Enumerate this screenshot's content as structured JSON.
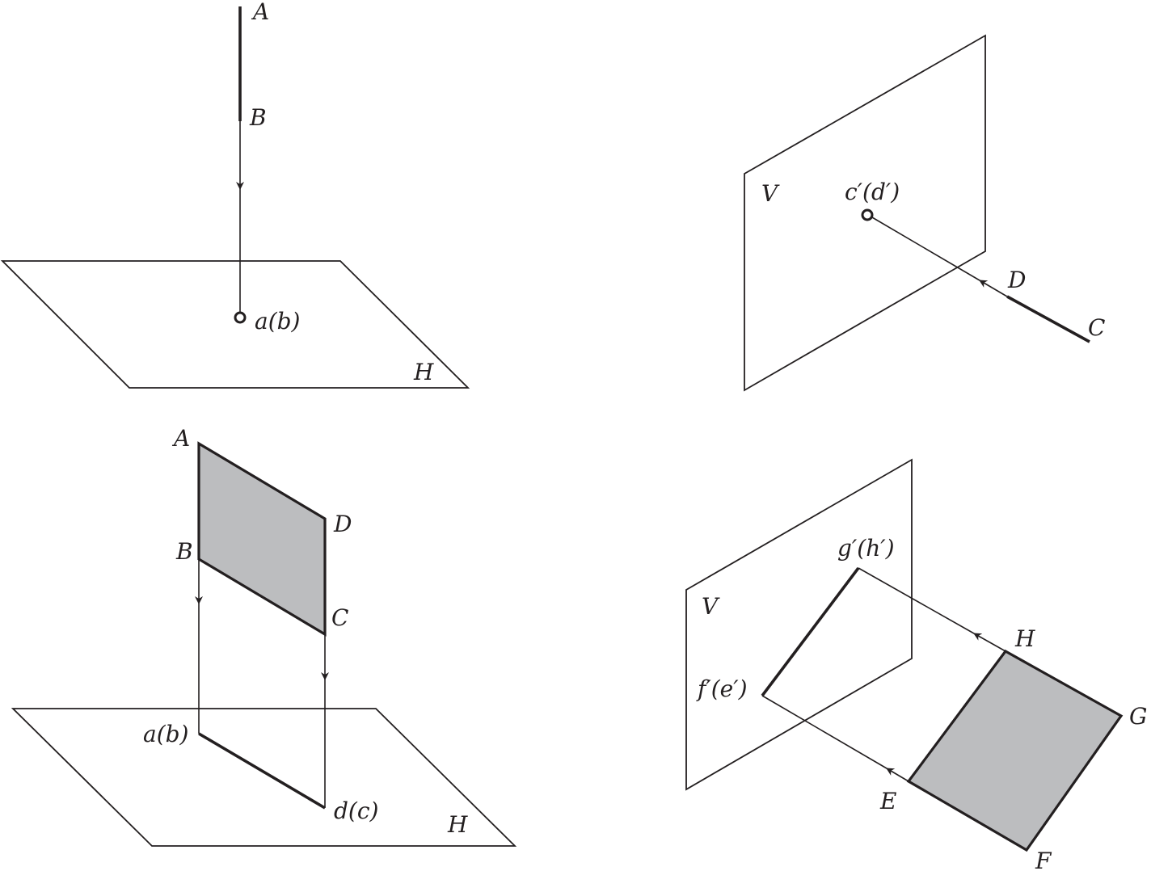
{
  "colors": {
    "line": "#231f20",
    "shade": "#bcbdbf",
    "background": "#ffffff"
  },
  "panel_tl": {
    "A": "A",
    "B": "B",
    "ab": "a(b)",
    "H": "H"
  },
  "panel_tr": {
    "V": "V",
    "cd": "c′(d′)",
    "D": "D",
    "C": "C"
  },
  "panel_bl": {
    "A": "A",
    "B": "B",
    "C": "C",
    "D": "D",
    "ab": "a(b)",
    "dc": "d(c)",
    "H": "H"
  },
  "panel_br": {
    "V": "V",
    "gh": "g′(h′)",
    "fe": "f′(e′)",
    "H": "H",
    "G": "G",
    "E": "E",
    "F": "F"
  }
}
